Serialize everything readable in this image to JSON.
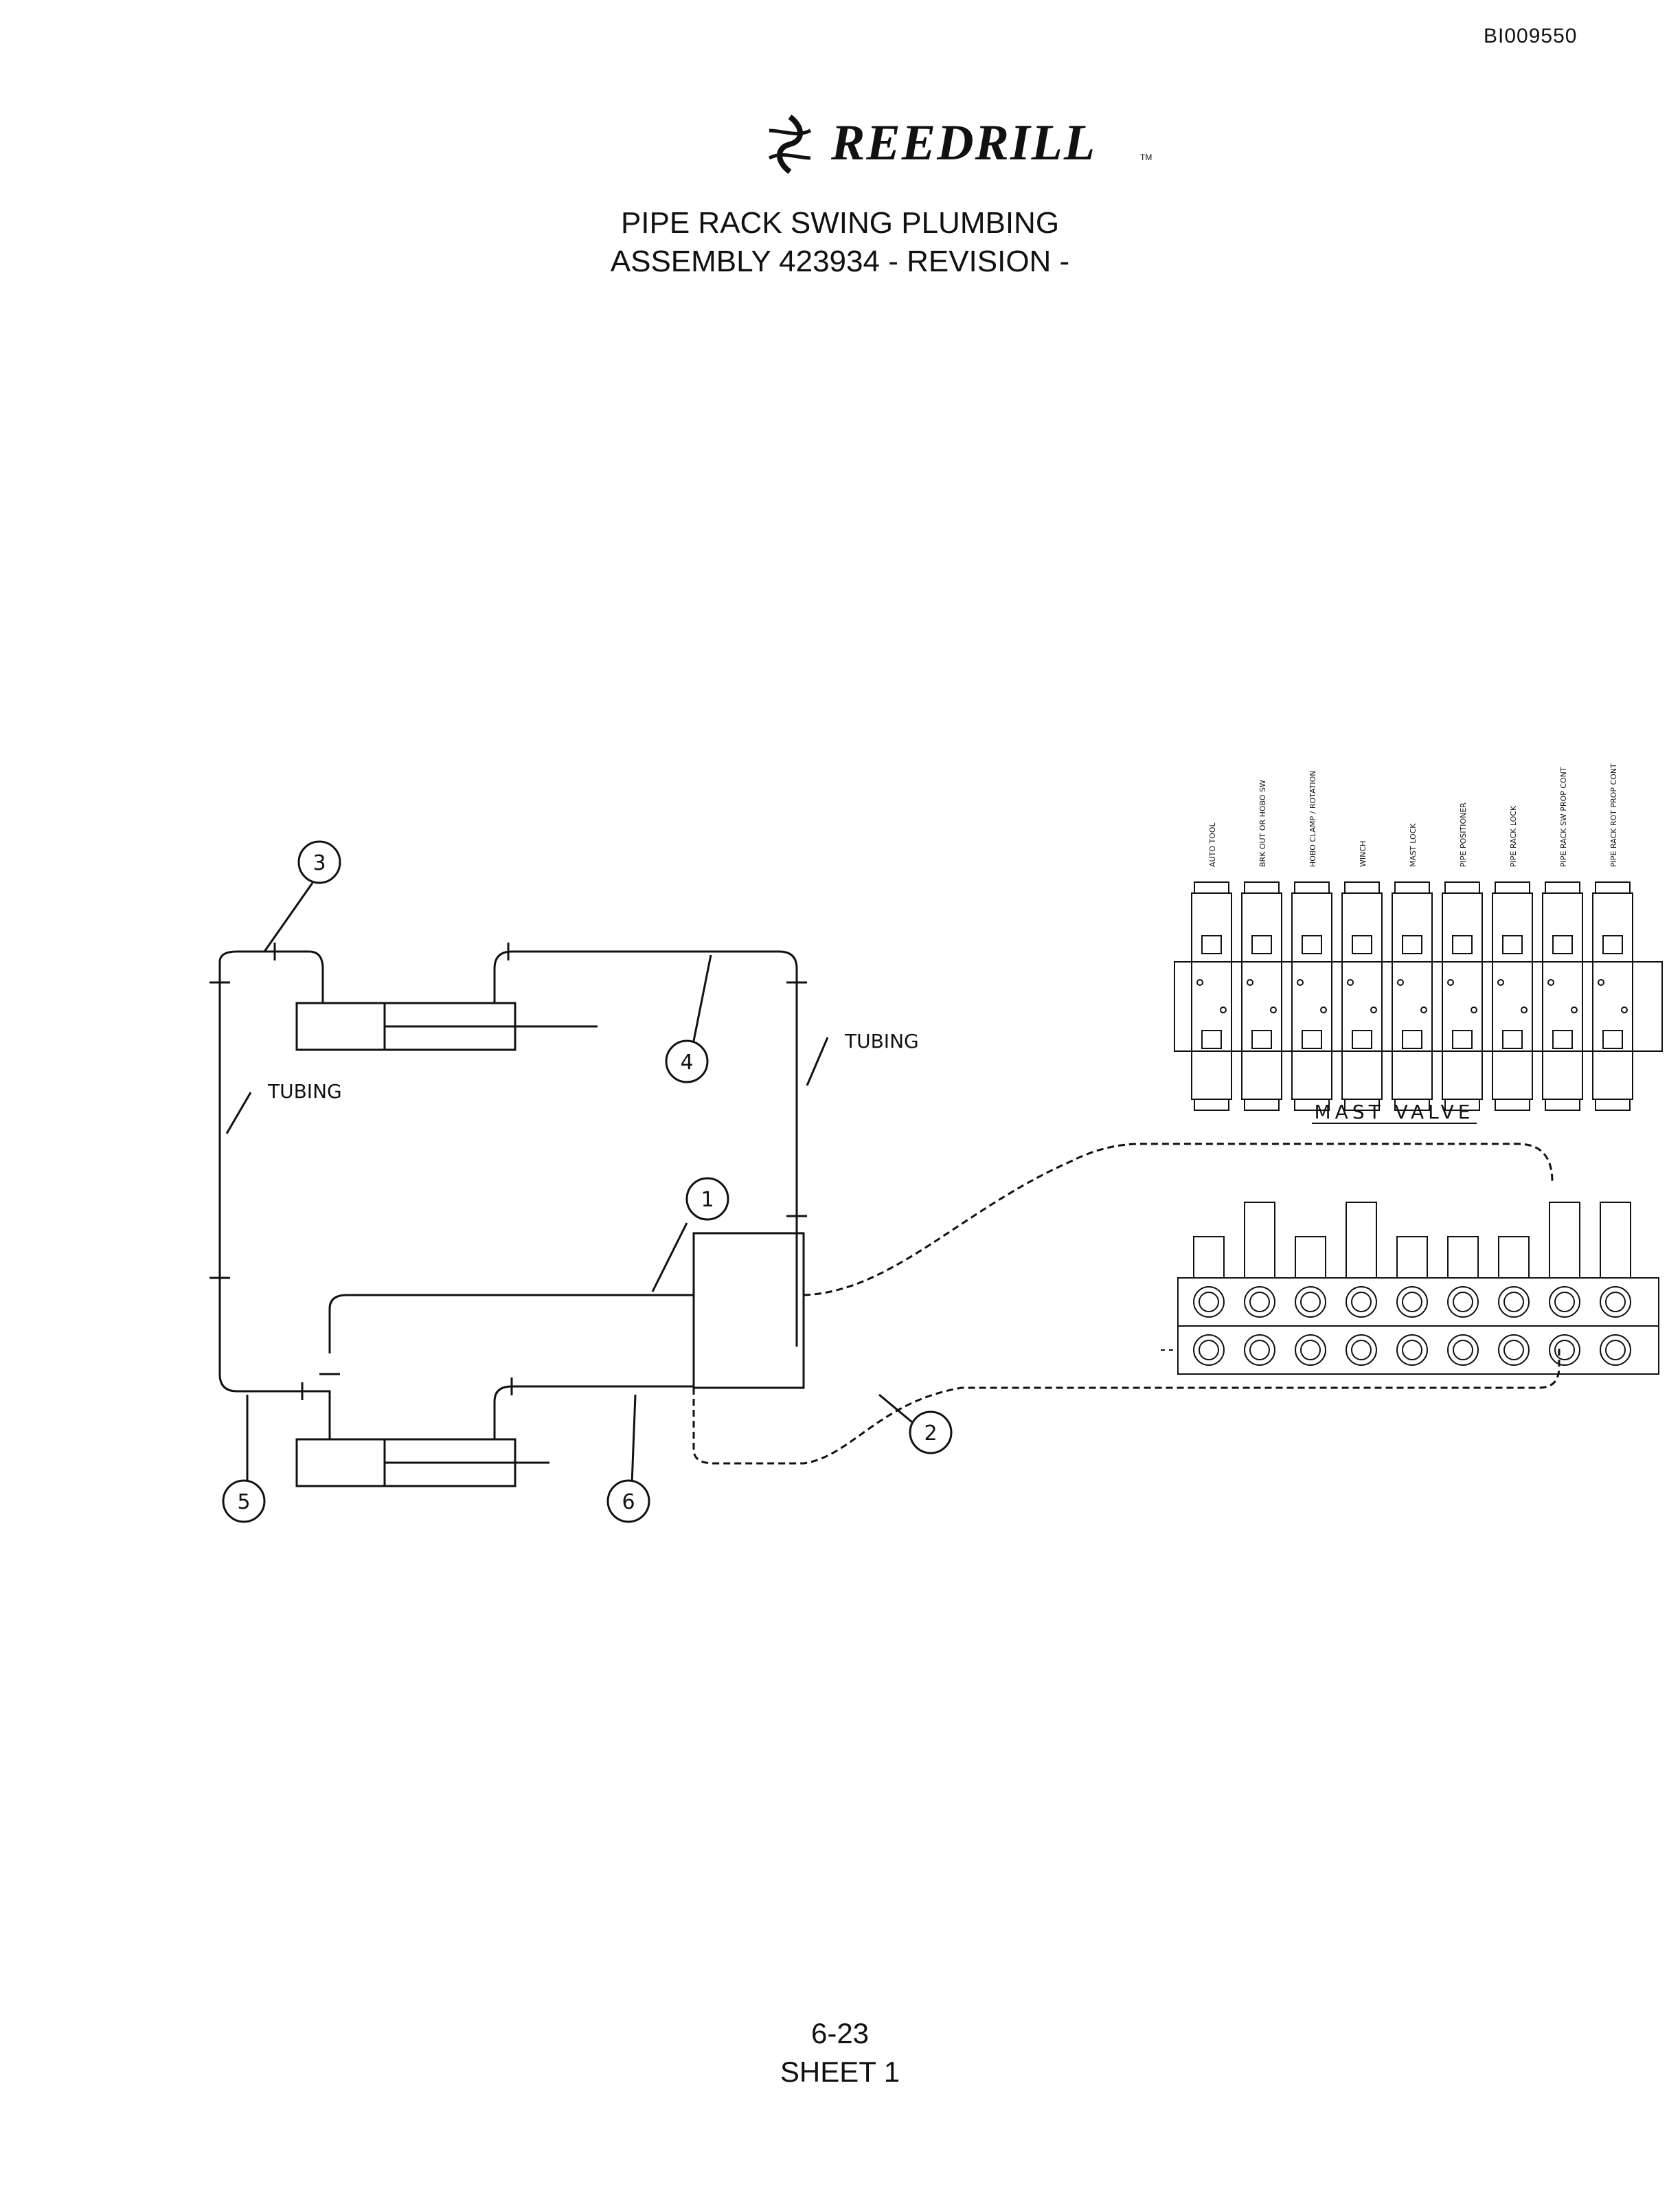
{
  "document_id": "BI009550",
  "brand": {
    "name": "REEDRILL",
    "tm": "TM"
  },
  "title": {
    "line1": "PIPE RACK SWING PLUMBING",
    "line2": "ASSEMBLY 423934 - REVISION -"
  },
  "diagram": {
    "callouts": [
      "1",
      "2",
      "3",
      "4",
      "5",
      "6"
    ],
    "tubing_label": "TUBING",
    "mast_valve_label": "MAST VALVE",
    "valve_sections": [
      "AUTO TOOL",
      "BRK OUT OR HOBO SW",
      "HOBO CLAMP / ROTATION",
      "WINCH",
      "MAST LOCK",
      "PIPE POSITIONER",
      "PIPE RACK LOCK",
      "PIPE RACK SW PROP CONT",
      "PIPE RACK ROT PROP CONT"
    ]
  },
  "footer": {
    "page": "6-23",
    "sheet": "SHEET 1"
  }
}
